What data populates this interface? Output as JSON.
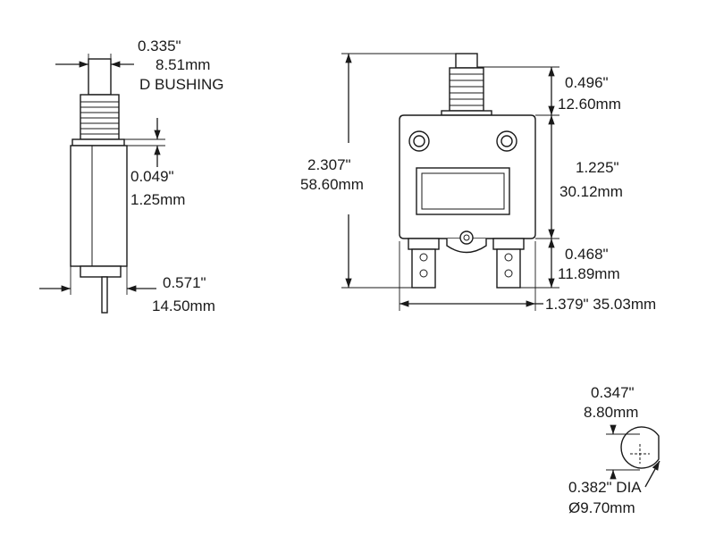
{
  "side_view": {
    "bushing_width_in": "0.335\"",
    "bushing_width_mm": "8.51mm",
    "bushing_type": "D BUSHING",
    "shoulder_in": "0.049\"",
    "shoulder_mm": "1.25mm",
    "depth_in": "0.571\"",
    "depth_mm": "14.50mm"
  },
  "front_view": {
    "overall_height_in": "2.307\"",
    "overall_height_mm": "58.60mm",
    "button_height_in": "0.496\"",
    "button_height_mm": "12.60mm",
    "body_height_in": "1.225\"",
    "body_height_mm": "30.12mm",
    "terminal_height_in": "0.468\"",
    "terminal_height_mm": "11.89mm",
    "width": "1.379\" 35.03mm"
  },
  "mounting_hole": {
    "flat_in": "0.347\"",
    "flat_mm": "8.80mm",
    "dia_in": "0.382\" DIA",
    "dia_mm": "Ø9.70mm"
  },
  "colors": {
    "line": "#1a1a1a",
    "background": "#ffffff"
  }
}
